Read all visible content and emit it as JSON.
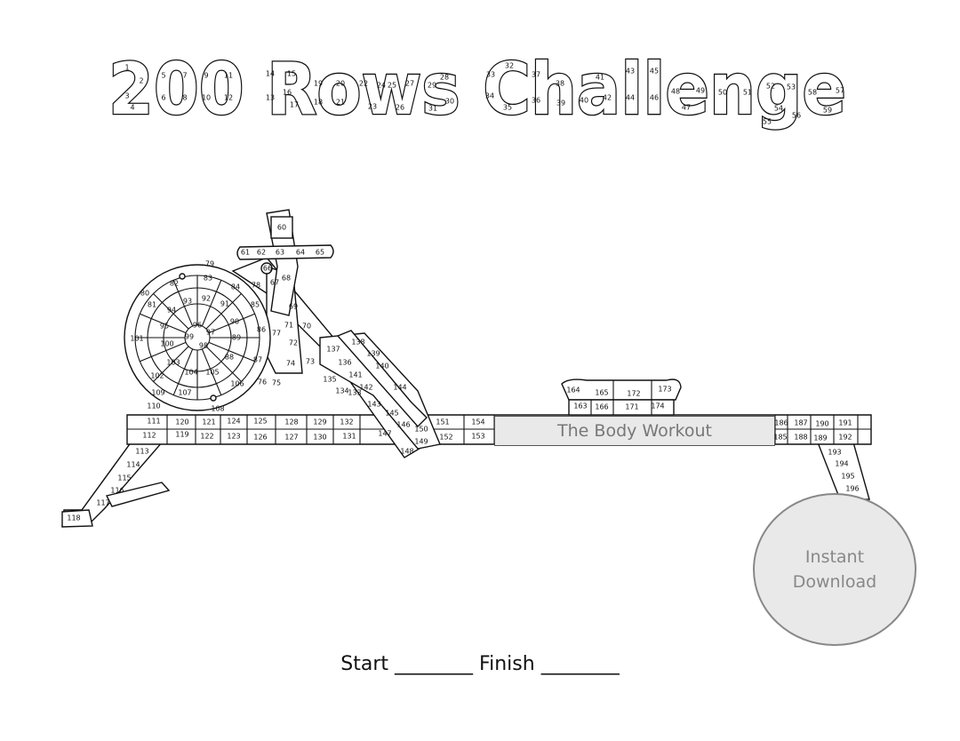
{
  "title": "200 Rows Challenge",
  "brand": "The Body Workout",
  "badge": {
    "line1": "Instant",
    "line2": "Download"
  },
  "footer": {
    "start_label": "Start",
    "finish_label": "Finish",
    "blank": "________"
  },
  "numbers": {
    "title": [
      "1",
      "2",
      "3",
      "4",
      "5",
      "6",
      "7",
      "8",
      "9",
      "10",
      "11",
      "12",
      "13",
      "14",
      "15",
      "16",
      "17",
      "18",
      "19",
      "20",
      "21",
      "22",
      "23",
      "24",
      "25",
      "26",
      "27",
      "28",
      "29",
      "30",
      "31",
      "32",
      "33",
      "34",
      "35",
      "36",
      "37",
      "38",
      "39",
      "40",
      "41",
      "42",
      "43",
      "44",
      "45",
      "46",
      "47",
      "48",
      "49",
      "50",
      "51",
      "52",
      "53",
      "54",
      "55",
      "56",
      "57",
      "58",
      "59"
    ],
    "console": [
      "60",
      "61",
      "62",
      "63",
      "64",
      "65",
      "66",
      "67",
      "68"
    ],
    "front_arm": [
      "69",
      "70",
      "71",
      "72",
      "73",
      "74",
      "75",
      "76",
      "77",
      "78"
    ],
    "flywheel": [
      "79",
      "80",
      "81",
      "82",
      "83",
      "84",
      "85",
      "86",
      "87",
      "88",
      "89",
      "90",
      "91",
      "92",
      "93",
      "94",
      "95",
      "96",
      "97",
      "98",
      "99",
      "100",
      "101",
      "102",
      "103",
      "104",
      "105",
      "106",
      "107",
      "108",
      "109",
      "110"
    ],
    "front_leg": [
      "113",
      "114",
      "115",
      "116",
      "117",
      "118"
    ],
    "rail_left": [
      "111",
      "112",
      "120",
      "119",
      "121",
      "122",
      "124",
      "123",
      "125",
      "126",
      "128",
      "127",
      "129",
      "130",
      "132",
      "131"
    ],
    "handle": [
      "133",
      "134",
      "135",
      "136",
      "137",
      "138",
      "139",
      "140",
      "141",
      "142",
      "143",
      "144",
      "145",
      "146",
      "147",
      "148",
      "149",
      "150"
    ],
    "rail_mid": [
      "151",
      "152",
      "154",
      "153"
    ],
    "seat": [
      "163",
      "164",
      "165",
      "166",
      "171",
      "172",
      "173",
      "174"
    ],
    "rail_right": [
      "186",
      "185",
      "187",
      "188",
      "190",
      "189",
      "191",
      "192"
    ],
    "rear_leg": [
      "193",
      "194",
      "195",
      "196"
    ]
  }
}
